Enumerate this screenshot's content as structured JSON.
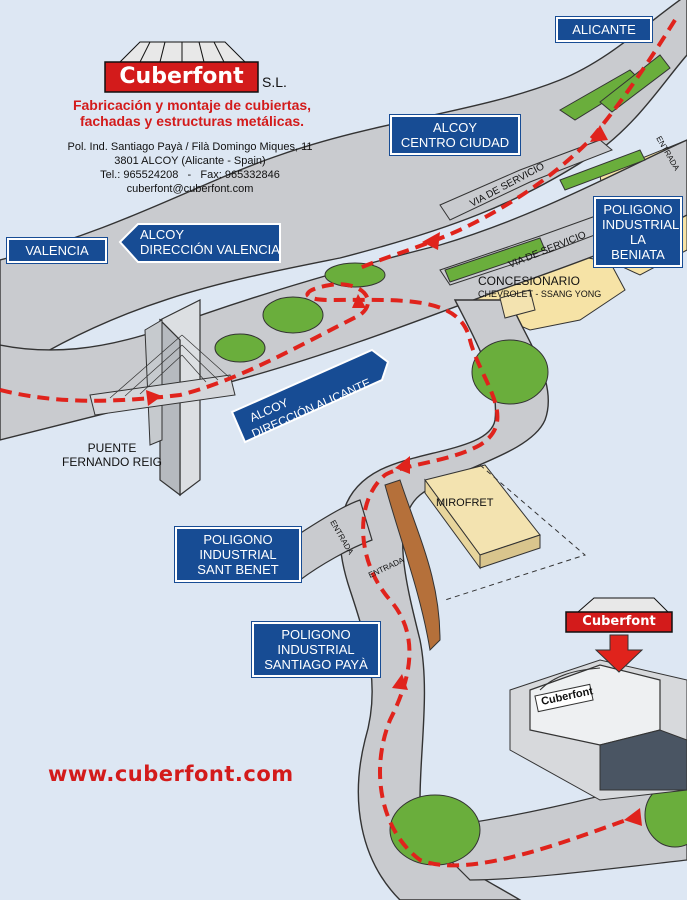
{
  "company": {
    "logo_text": "Cuberfont",
    "suffix": "S.L.",
    "tagline_line1": "Fabricación y montaje de cubiertas,",
    "tagline_line2": "fachadas y estructuras metálicas.",
    "address_line1": "Pol. Ind. Santiago Payà / Filà Domingo Miques, 11",
    "address_line2": "3801 ALCOY (Alicante - Spain)",
    "address_line3": "Tel.: 965524208   -   Fax: 965332846",
    "email": "cuberfont@cuberfont.com",
    "website": "www.cuberfont.com"
  },
  "signs": {
    "alicante": "ALICANTE",
    "alcoy_centro_1": "ALCOY",
    "alcoy_centro_2": "CENTRO CIUDAD",
    "valencia": "VALENCIA",
    "alcoy_valencia_1": "ALCOY",
    "alcoy_valencia_2": "DIRECCIÓN VALENCIA",
    "alcoy_alicante_1": "ALCOY",
    "alcoy_alicante_2": "DIRECCIÓN ALICANTE",
    "beniata_1": "POLIGONO",
    "beniata_2": "INDUSTRIAL",
    "beniata_3": "LA BENIATA",
    "sant_benet_1": "POLIGONO",
    "sant_benet_2": "INDUSTRIAL",
    "sant_benet_3": "SANT BENET",
    "santiago_1": "POLIGONO",
    "santiago_2": "INDUSTRIAL",
    "santiago_3": "SANTIAGO PAYÀ"
  },
  "places": {
    "bridge_1": "PUENTE",
    "bridge_2": "FERNANDO REIG",
    "concesionario_1": "CONCESIONARIO",
    "concesionario_2": "CHEVROLET - SSANG YONG",
    "mirofret": "MIROFRET",
    "via_servicio": "VIA DE SERVICIO",
    "entrada": "ENTRADA",
    "building_logo": "Cuberfont"
  },
  "colors": {
    "background": "#dde7f3",
    "road": "#c9cbcf",
    "road_edge": "#333333",
    "green": "#6aae3c",
    "sign_blue": "#174c94",
    "route_red": "#e0231c",
    "yellow_zone": "#f6e3a6"
  }
}
